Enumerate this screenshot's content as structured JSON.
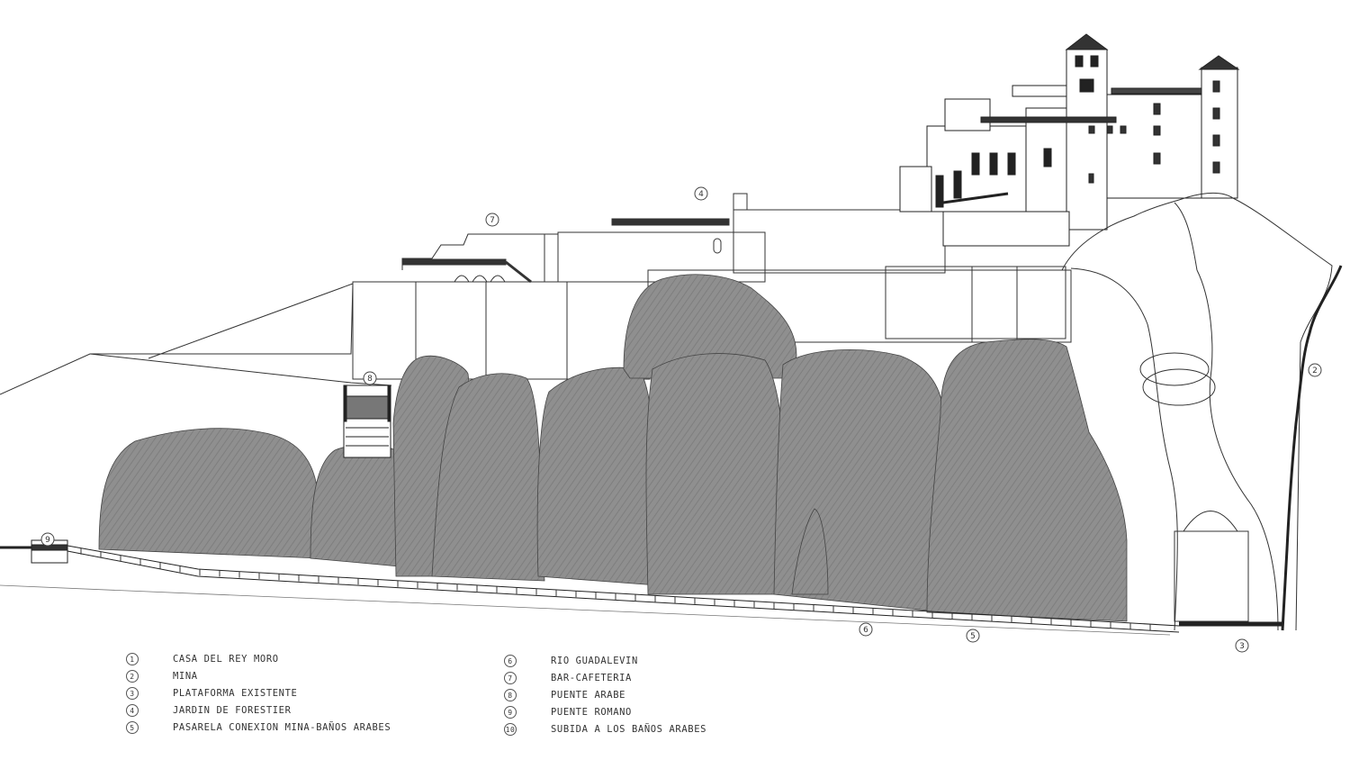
{
  "drawing": {
    "markers": [
      {
        "id": "m2",
        "num": "2"
      },
      {
        "id": "m4",
        "num": "4"
      },
      {
        "id": "m7",
        "num": "7"
      },
      {
        "id": "m8",
        "num": "8"
      },
      {
        "id": "m9",
        "num": "9"
      },
      {
        "id": "m6",
        "num": "6"
      },
      {
        "id": "m5",
        "num": "5"
      },
      {
        "id": "m3",
        "num": "3"
      }
    ],
    "colors": {
      "rock": "#8c8c8c",
      "rock_dark": "#777777",
      "line": "#222222",
      "cliff": "#444444"
    }
  },
  "legend": {
    "left": [
      {
        "num": "1",
        "label": "CASA DEL REY MORO"
      },
      {
        "num": "2",
        "label": "MINA"
      },
      {
        "num": "3",
        "label": "PLATAFORMA EXISTENTE"
      },
      {
        "num": "4",
        "label": "JARDIN DE FORESTIER"
      },
      {
        "num": "5",
        "label": "PASARELA CONEXION MINA-BAÑOS ARABES"
      }
    ],
    "right": [
      {
        "num": "6",
        "label": "RIO GUADALEVIN"
      },
      {
        "num": "7",
        "label": "BAR-CAFETERIA"
      },
      {
        "num": "8",
        "label": "PUENTE ARABE"
      },
      {
        "num": "9",
        "label": "PUENTE ROMANO"
      },
      {
        "num": "10",
        "label": "SUBIDA A LOS BAÑOS ARABES"
      }
    ]
  }
}
